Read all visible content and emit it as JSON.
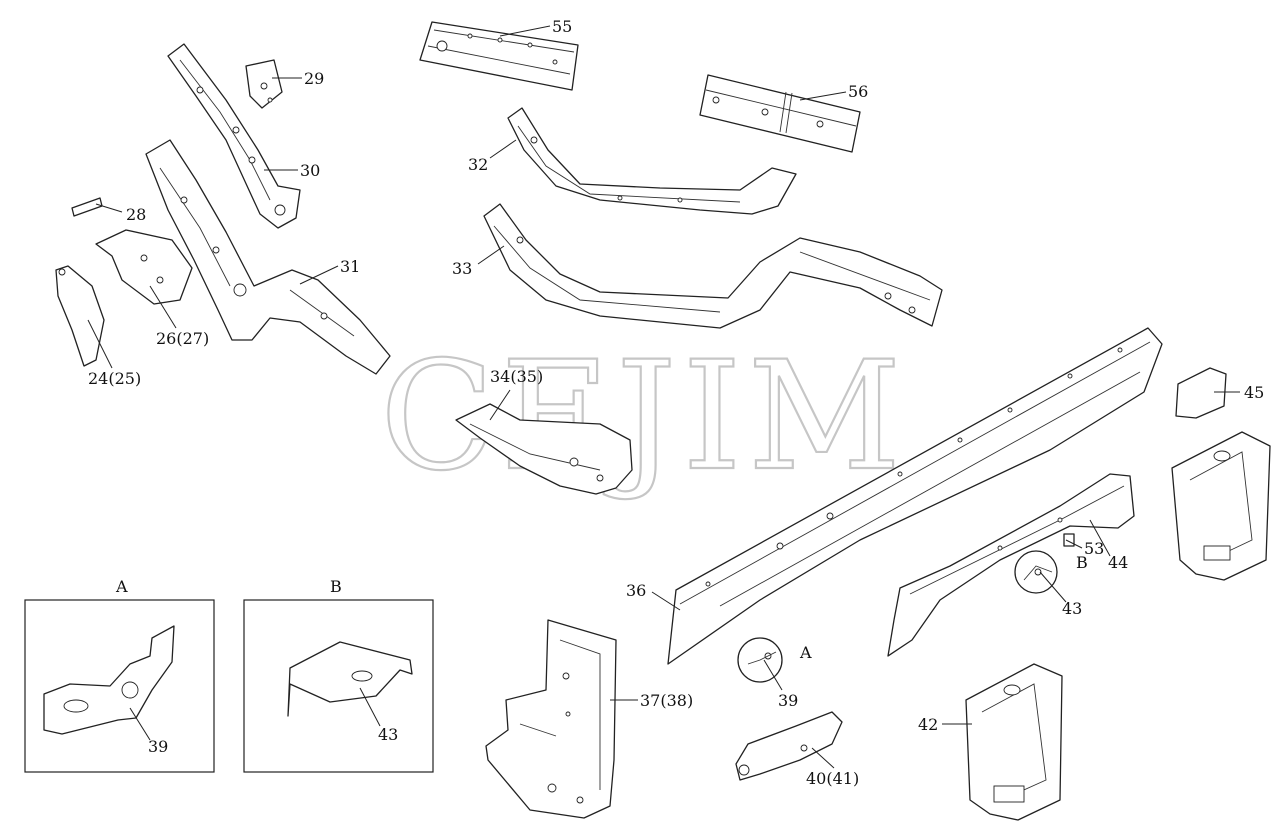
{
  "watermark": "CEJIM",
  "callouts": {
    "c55": "55",
    "c56": "56",
    "c29": "29",
    "c30": "30",
    "c28": "28",
    "c32": "32",
    "c33": "33",
    "c31": "31",
    "c2627": "26(27)",
    "c2425": "24(25)",
    "c3435": "34(35)",
    "c45": "45",
    "c36": "36",
    "c3738": "37(38)",
    "c4041": "40(41)",
    "c42": "42",
    "c43": "43",
    "c44": "44",
    "c53": "53",
    "c39": "39",
    "cA": "A",
    "cB": "B"
  },
  "detail_views": {
    "a": {
      "title": "A",
      "part": "39"
    },
    "b": {
      "title": "B",
      "part": "43"
    }
  }
}
